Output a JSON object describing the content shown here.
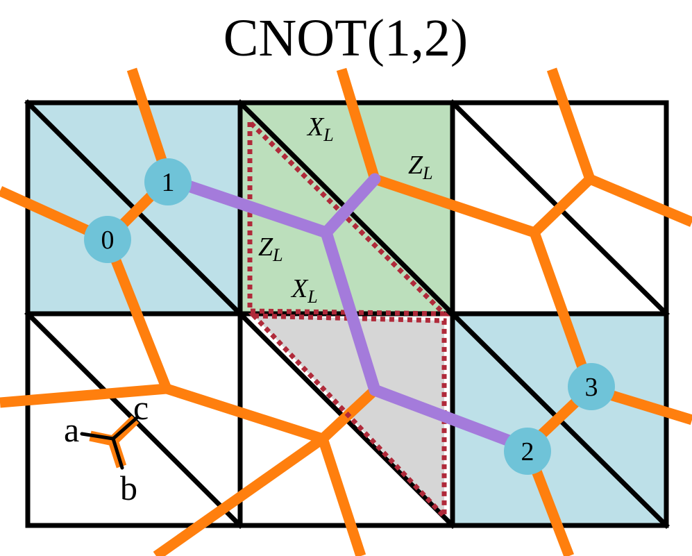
{
  "title": "CNOT(1,2)",
  "colors": {
    "blue_cell": "#bde0e8",
    "green_cell": "#bcdfbc",
    "gray_cell": "#d6d6d6",
    "grid_line": "#000000",
    "honeycomb_edge": "#ff7f0e",
    "cnot_path": "#a47bdb",
    "boundary_dotted": "#b02a3a",
    "qubit_fill": "#6fc3d8"
  },
  "qubits": [
    {
      "id": "q0",
      "label": "0"
    },
    {
      "id": "q1",
      "label": "1"
    },
    {
      "id": "q2",
      "label": "2"
    },
    {
      "id": "q3",
      "label": "3"
    }
  ],
  "operators": [
    {
      "id": "xl-top",
      "base": "X",
      "sub": "L"
    },
    {
      "id": "zl-top",
      "base": "Z",
      "sub": "L"
    },
    {
      "id": "zl-mid",
      "base": "Z",
      "sub": "L"
    },
    {
      "id": "xl-mid",
      "base": "X",
      "sub": "L"
    }
  ],
  "edge_legend": {
    "a": "a",
    "b": "b",
    "c": "c"
  }
}
